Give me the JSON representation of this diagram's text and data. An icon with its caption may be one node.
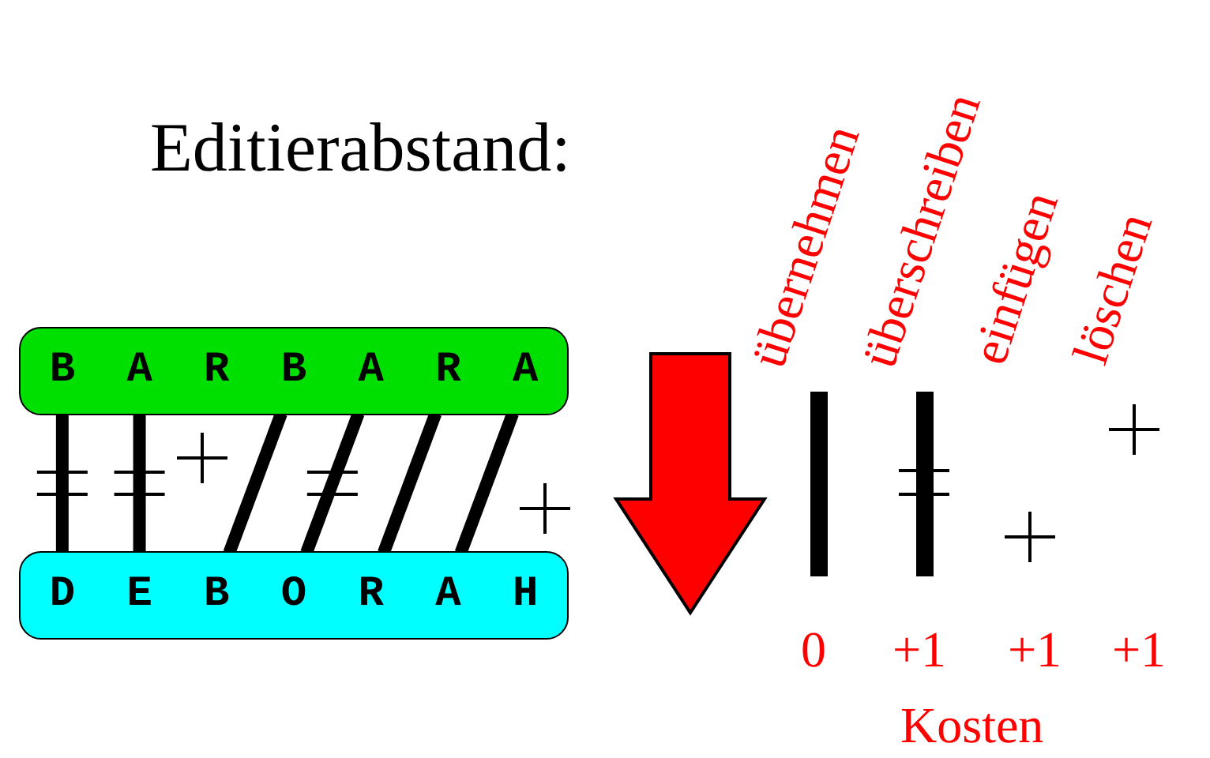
{
  "diagram": {
    "title": "Editierabstand:",
    "nodes": [
      {
        "text": [],
        "shape": "box"
      },
      {
        "text": [
          "B"
        ],
        "in": 0
      },
      {
        "text": [
          "A"
        ],
        "in": 0
      },
      {
        "text": [
          "R"
        ],
        "in": 0
      },
      {
        "text": [
          "B"
        ],
        "in": 0
      },
      {
        "text": [
          "A"
        ],
        "in": 0
      },
      {
        "text": [
          "R"
        ],
        "in": 0
      },
      {
        "text": [
          "A"
        ],
        "in": 0
      },
      {
        "text": [],
        "shape": "box"
      },
      {
        "text": [
          "D"
        ],
        "in": 8
      },
      {
        "text": [
          "E"
        ],
        "in": 8
      },
      {
        "text": [
          "B"
        ],
        "in": 8
      },
      {
        "text": [
          "O"
        ],
        "in": 8
      },
      {
        "text": [
          "R"
        ],
        "in": 8
      },
      {
        "text": [
          "A"
        ],
        "in": 8
      },
      {
        "text": [
          "H"
        ],
        "in": 8
      }
    ],
    "edges": [
      {
        "from": 1,
        "to": 9,
        "arrow": "none"
      },
      {
        "from": 2,
        "to": 10,
        "arrow": "none"
      },
      {
        "from": 4,
        "to": 11,
        "arrow": "none"
      },
      {
        "from": 5,
        "to": 12,
        "arrow": "none"
      },
      {
        "from": 6,
        "to": 13,
        "arrow": "none"
      },
      {
        "from": 7,
        "to": 14,
        "arrow": "none"
      }
    ],
    "labels": [
      "übernehmen",
      "überschreiben",
      "einfügen",
      "löschen",
      "0",
      "+1",
      "+1",
      "+1",
      "Kosten"
    ]
  }
}
